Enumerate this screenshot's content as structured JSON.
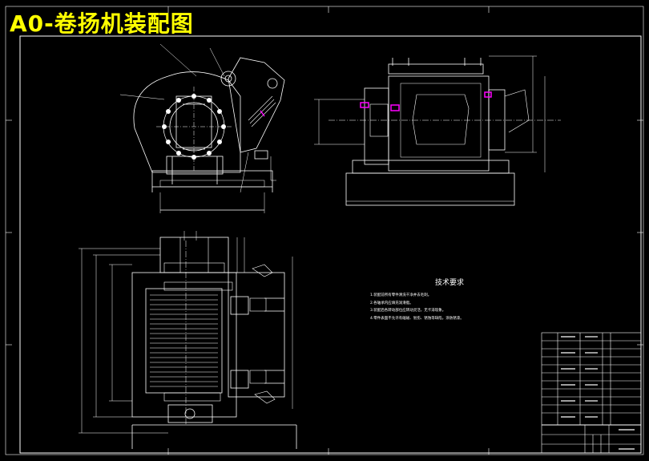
{
  "drawing": {
    "title": "A0-卷扬机装配图",
    "technical_requirements": {
      "heading": "技术要求",
      "items": [
        "1.装配前所有零件清洗干净并去毛刺。",
        "2.各轴承内应填充润滑脂。",
        "3.装配后各转动部位应转动灵活，无卡滞现象。",
        "4.零件表面不允许有磕碰、划伤、锈蚀等缺陷，涂防锈漆。"
      ]
    }
  },
  "colors": {
    "background": "#000000",
    "linework": "#ffffff",
    "title": "#ffff00",
    "accent": "#ff00ff"
  }
}
